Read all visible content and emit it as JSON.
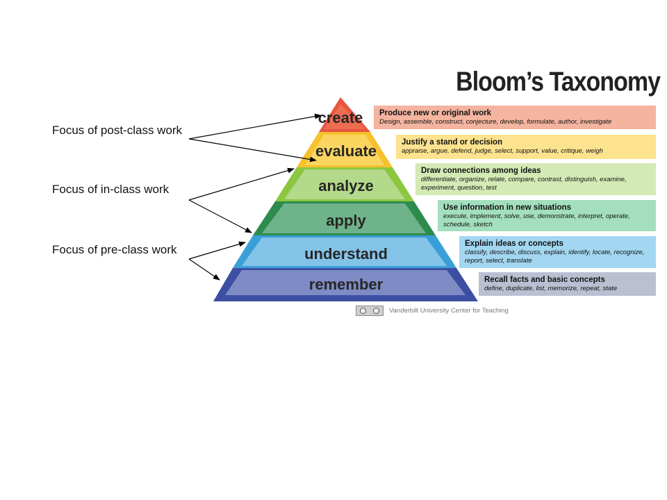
{
  "focus_labels": {
    "post_class": "Focus of post-class work",
    "in_class": "Focus of in-class work",
    "pre_class": "Focus of pre-class work"
  },
  "taxonomy": {
    "title": "Bloom’s Taxonomy",
    "levels": [
      {
        "label": "create",
        "heading": "Produce new or original work",
        "verbs": "Design, assemble, construct, conjecture, develop, formulate, author, investigate",
        "color": "#f0826a"
      },
      {
        "label": "evaluate",
        "heading": "Justify a stand or decision",
        "verbs": "appraise, argue, defend, judge, select, support, value, critique, weigh",
        "color": "#fbe08f"
      },
      {
        "label": "analyze",
        "heading": "Draw connections among ideas",
        "verbs": "differentiate, organize, relate, compare, contrast, distinguish, examine, experiment, question, test",
        "color": "#cfe7b0"
      },
      {
        "label": "apply",
        "heading": "Use information in new situations",
        "verbs": "execute, implement, solve, use, demonstrate, interpret, operate, schedule, sketch",
        "color": "#a4dfc0"
      },
      {
        "label": "understand",
        "heading": "Explain ideas or concepts",
        "verbs": "classify, describe, discuss, explain, identify, locate, recognize, report, select, translate",
        "color": "#9ed3ef"
      },
      {
        "label": "remember",
        "heading": "Recall facts and basic concepts",
        "verbs": "define, duplicate, list, memorize, repeat, state",
        "color": "#b9bfd3"
      }
    ]
  },
  "credit": {
    "text": "Vanderbilt University Center for Teaching",
    "badge_icon": "creative-commons-badge-icon"
  }
}
